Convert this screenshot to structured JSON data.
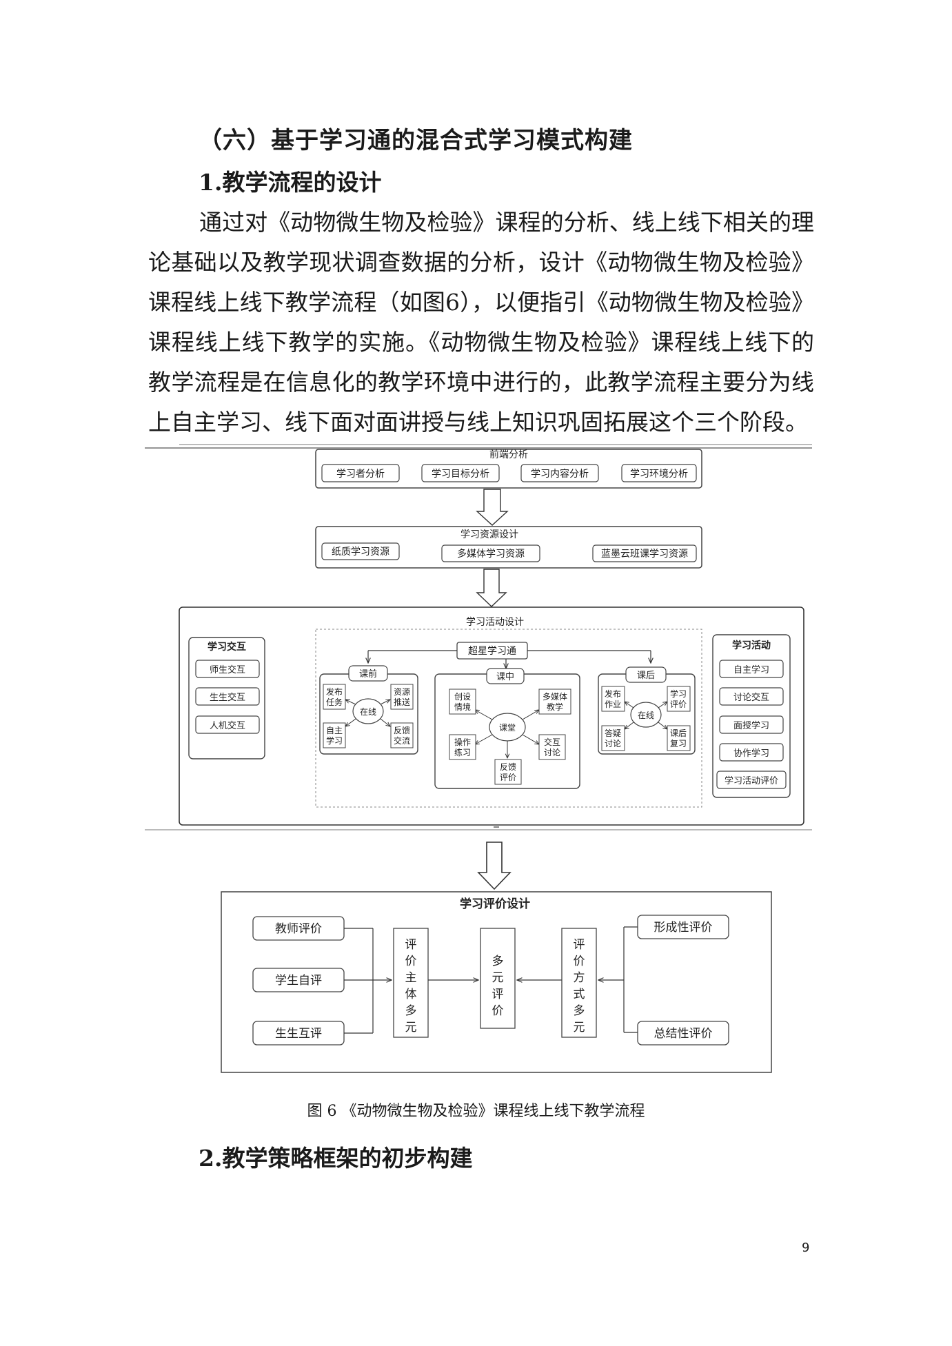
{
  "heading": "（六）基于学习通的混合式学习模式构建",
  "subheading1": "1.教学流程的设计",
  "paragraph": "通过对《动物微生物及检验》课程的分析、线上线下相关的理论基础以及教学现状调查数据的分析，设计《动物微生物及检验》课程线上线下教学流程（如图6），以便指引《动物微生物及检验》课程线上线下教学的实施。《动物微生物及检验》课程线上线下的教学流程是在信息化的教学环境中进行的，此教学流程主要分为线上自主学习、线下面对面讲授与线上知识巩固拓展这个三个阶段。",
  "diagram": {
    "analysis": {
      "title": "前端分析",
      "items": [
        "学习者分析",
        "学习目标分析",
        "学习内容分析",
        "学习环境分析"
      ]
    },
    "resources": {
      "title": "学习资源设计",
      "items": [
        "纸质学习资源",
        "多媒体学习资源",
        "蓝墨云班课学习资源"
      ]
    },
    "activity": {
      "title": "学习活动设计",
      "interaction": {
        "title": "学习交互",
        "items": [
          "师生交互",
          "生生交互",
          "人机交互"
        ]
      },
      "platform": "超星学习通",
      "before": {
        "title": "课前",
        "center": "在线",
        "items": [
          "发布\n任务",
          "资源\n推送",
          "自主\n学习",
          "反馈\n交流"
        ]
      },
      "during": {
        "title": "课中",
        "center": "课堂",
        "items": [
          "创设\n情境",
          "多媒体\n教学",
          "操作\n练习",
          "交互\n讨论",
          "反馈\n评价"
        ]
      },
      "after": {
        "title": "课后",
        "center": "在线",
        "items": [
          "发布\n作业",
          "学习\n评价",
          "答疑\n讨论",
          "课后\n复习"
        ]
      },
      "activities": {
        "title": "学习活动",
        "items": [
          "自主学习",
          "讨论交互",
          "面授学习",
          "协作学习",
          "学习活动评价"
        ]
      }
    },
    "evaluation": {
      "title": "学习评价设计",
      "left": [
        "教师评价",
        "学生自评",
        "生生互评"
      ],
      "subject": "评\n价\n主\n体\n多\n元",
      "center": "多\n元\n评\n价",
      "method": "评\n价\n方\n式\n多\n元",
      "right": [
        "形成性评价",
        "总结性评价"
      ]
    }
  },
  "caption": "图 6 《动物微生物及检验》课程线上线下教学流程",
  "subheading2": "2.教学策略框架的初步构建",
  "page_number": "9"
}
